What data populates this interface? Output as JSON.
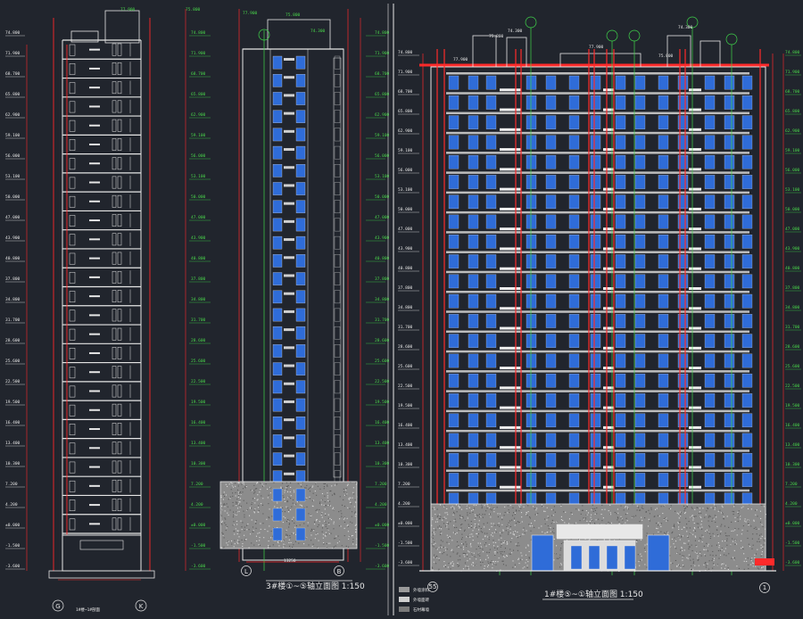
{
  "colors": {
    "background": "#21252d",
    "line_white": "#e6e6e6",
    "line_red": "#ff2a2a",
    "line_green": "#3fd44a",
    "window_blue": "#2f6cd8",
    "hatch_grey": "#9a9a9a"
  },
  "drawings": [
    {
      "id": "section",
      "title": "",
      "axis_left": "G",
      "axis_right": "K",
      "note": "1#楼~1#剖面"
    },
    {
      "id": "side-elevation",
      "title": "3#楼①~⑤轴立面图 1:150",
      "axis_left": "L",
      "axis_right": "B",
      "width_dim": "13250"
    },
    {
      "id": "front-elevation",
      "title": "1#楼⑤~①轴立面图 1:150",
      "axis_left": "55",
      "axis_right": "1"
    }
  ],
  "elevation_labels": [
    "74.800",
    "71.900",
    "68.700",
    "65.800",
    "62.900",
    "59.100",
    "56.000",
    "53.100",
    "50.000",
    "47.000",
    "43.900",
    "40.800",
    "37.800",
    "34.800",
    "31.700",
    "28.600",
    "25.600",
    "22.500",
    "19.500",
    "16.400",
    "13.400",
    "10.300",
    "7.200",
    "4.200",
    "±0.000",
    "-1.500",
    "-3.600"
  ],
  "top_levels": [
    "77.900",
    "75.800",
    "74.300"
  ],
  "legend": [
    "外墙涂料",
    "外墙面砖",
    "石材幕墙"
  ]
}
